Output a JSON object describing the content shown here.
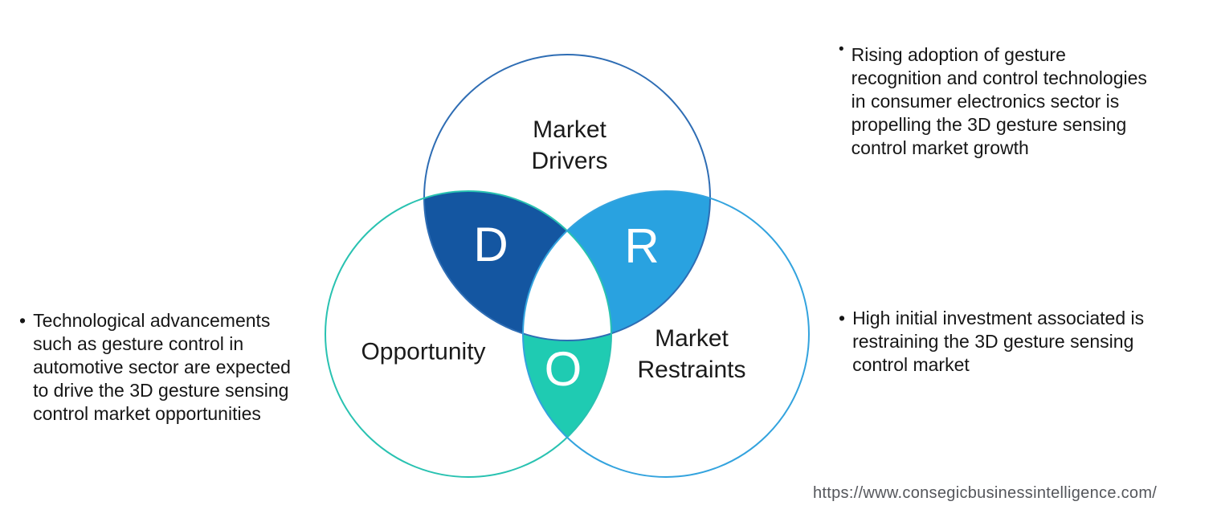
{
  "diagram": {
    "circles": {
      "drivers": {
        "label": "Market Drivers",
        "label_lines": [
          "Market",
          "Drivers"
        ],
        "outline_color": "#2E6DB4"
      },
      "opportunity": {
        "label": "Opportunity",
        "label_lines": [
          "Opportunity"
        ],
        "outline_color": "#29C2B1"
      },
      "restraints": {
        "label": "Market Restraints",
        "label_lines": [
          "Market",
          "Restraints"
        ],
        "outline_color": "#33A3DE"
      }
    },
    "intersections": {
      "drivers_opportunity": {
        "letter": "D",
        "fill_color": "#1456A1"
      },
      "drivers_restraints": {
        "letter": "R",
        "fill_color": "#29A2E0"
      },
      "opportunity_restraints": {
        "letter": "O",
        "fill_color": "#1FCBB2"
      }
    }
  },
  "bullets": {
    "opportunity_note": {
      "marker": "•",
      "text": "Technological advancements such as gesture control in automotive sector are expected to drive the 3D gesture sensing control market opportunities",
      "lines": [
        "Technological advancements",
        "such as gesture control in",
        "automotive sector are expected",
        "to drive the 3D gesture sensing",
        "control market opportunities"
      ]
    },
    "driver_note": {
      "marker": "•",
      "text": "Rising adoption of gesture recognition and control technologies in consumer electronics sector is propelling the 3D gesture sensing control market growth",
      "lines": [
        "Rising adoption of gesture",
        "recognition and control technologies",
        "in consumer electronics sector is",
        "propelling the 3D gesture sensing",
        "control market growth"
      ]
    },
    "restraint_note": {
      "marker": "•",
      "text": "High initial investment associated is restraining the 3D gesture sensing control market",
      "lines": [
        "High initial investment associated is",
        "restraining the 3D gesture sensing",
        "control market"
      ]
    }
  },
  "footer": {
    "source_url": "https://www.consegicbusinessintelligence.com/"
  }
}
